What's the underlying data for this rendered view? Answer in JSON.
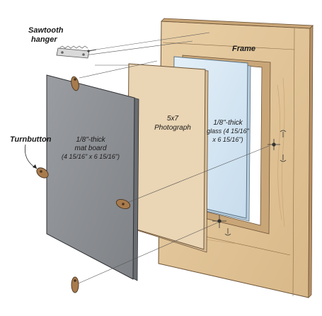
{
  "labels": {
    "hanger_line1": "Sawtooth",
    "hanger_line2": "hanger",
    "frame": "Frame",
    "turnbutton": "Turnbutton",
    "mat_line1": "1/8\"-thick",
    "mat_line2": "mat board",
    "mat_line3": "(4 15/16\" x 6 15/16\")",
    "photo_line1": "5x7",
    "photo_line2": "Photograph",
    "glass_line1": "1/8\"-thick",
    "glass_line2": "glass (4 15/16\"",
    "glass_line3": "x 6 15/16\")"
  },
  "colors": {
    "frame_wood": "#e2c59b",
    "frame_dark": "#c9a678",
    "mat_board": "#8f9296",
    "photo_back": "#ead5b4",
    "glass": "#d4e6f2",
    "hardware": "#a87b4d"
  }
}
